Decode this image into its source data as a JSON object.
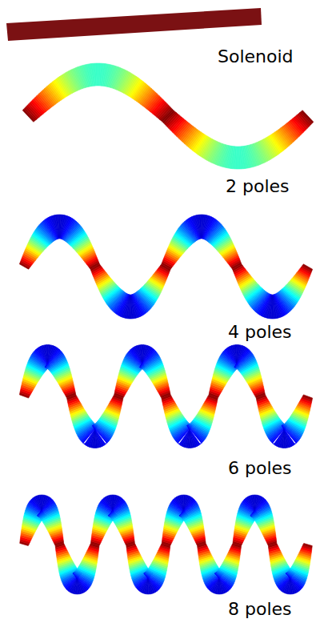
{
  "diagram": {
    "labels": [
      "Solenoid",
      "2 poles",
      "4 poles",
      "6 poles",
      "8 poles"
    ]
  }
}
